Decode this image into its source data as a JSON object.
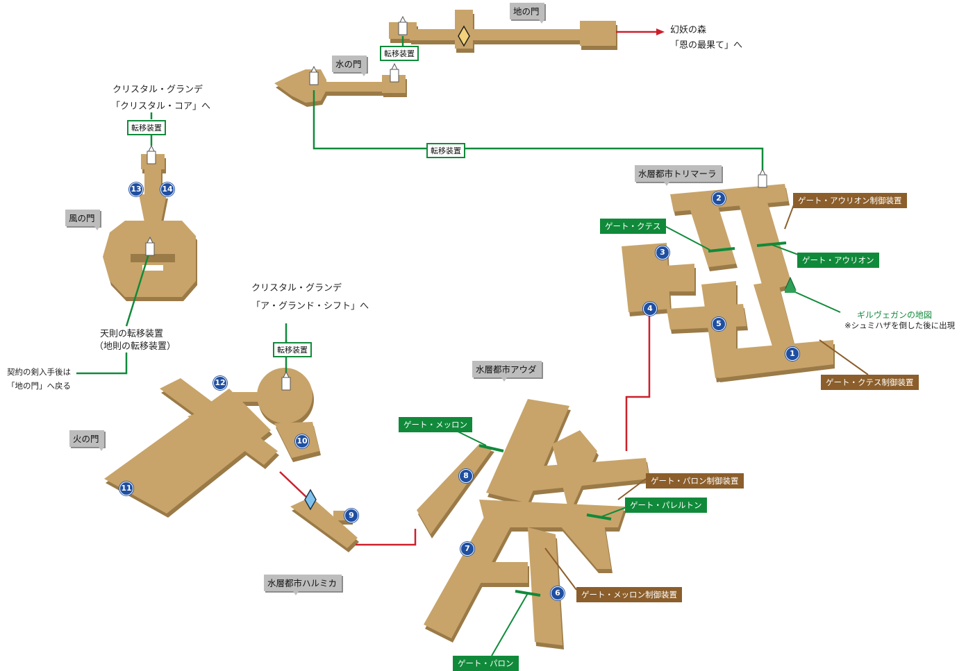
{
  "colors": {
    "floor_top": "#c8a46a",
    "floor_side": "#9a7a46",
    "gate_bg": "#108a3a",
    "control_bg": "#8b5e2b",
    "route_red": "#cc1f2a",
    "route_green": "#108a3a",
    "marker_blue": "#1f4fa1"
  },
  "areas": {
    "earth_gate": "地の門",
    "water_gate": "水の門",
    "wind_gate": "風の門",
    "fire_gate": "火の門",
    "trimara": "水層都市トリマーラ",
    "auda": "水層都市アウダ",
    "harumika": "水層都市ハルミカ"
  },
  "exits": {
    "forest_line1": "幻妖の森",
    "forest_line2": "「恩の最果て」へ",
    "crystal_core_line1": "クリスタル・グランデ",
    "crystal_core_line2": "「クリスタル・コア」へ",
    "grand_shift_line1": "クリスタル・グランデ",
    "grand_shift_line2": "「ア・グランド・シフト」へ"
  },
  "teleporters": {
    "earth": "転移装置",
    "water_trimara": "転移装置",
    "wind_top": "転移装置",
    "fire_top": "転移装置",
    "heaven_line1": "天則の転移装置",
    "heaven_line2": "（地則の転移装置）",
    "return_line1": "契約の剣入手後は",
    "return_line2": "「地の門」へ戻る"
  },
  "gates": {
    "gate_kutesu": "ゲート・クテス",
    "gate_aurion": "ゲート・アウリオン",
    "gate_merron": "ゲート・メッロン",
    "gate_pareruton": "ゲート・パレルトン",
    "gate_paron": "ゲート・パロン"
  },
  "controls": {
    "ctrl_aurion": "ゲート・アウリオン制御装置",
    "ctrl_kutesu": "ゲート・クテス制御装置",
    "ctrl_paron": "ゲート・パロン制御装置",
    "ctrl_merron": "ゲート・メッロン制御装置"
  },
  "map_note": {
    "title": "ギルヴェガンの地図",
    "condition": "※シュミハザを倒した後に出現"
  },
  "markers": [
    "1",
    "2",
    "3",
    "4",
    "5",
    "6",
    "7",
    "8",
    "9",
    "10",
    "11",
    "12",
    "13",
    "14"
  ],
  "icons": [
    "save-crystal-icon",
    "teleporter-icon",
    "treasure-map-icon",
    "numbered-marker-icon"
  ]
}
